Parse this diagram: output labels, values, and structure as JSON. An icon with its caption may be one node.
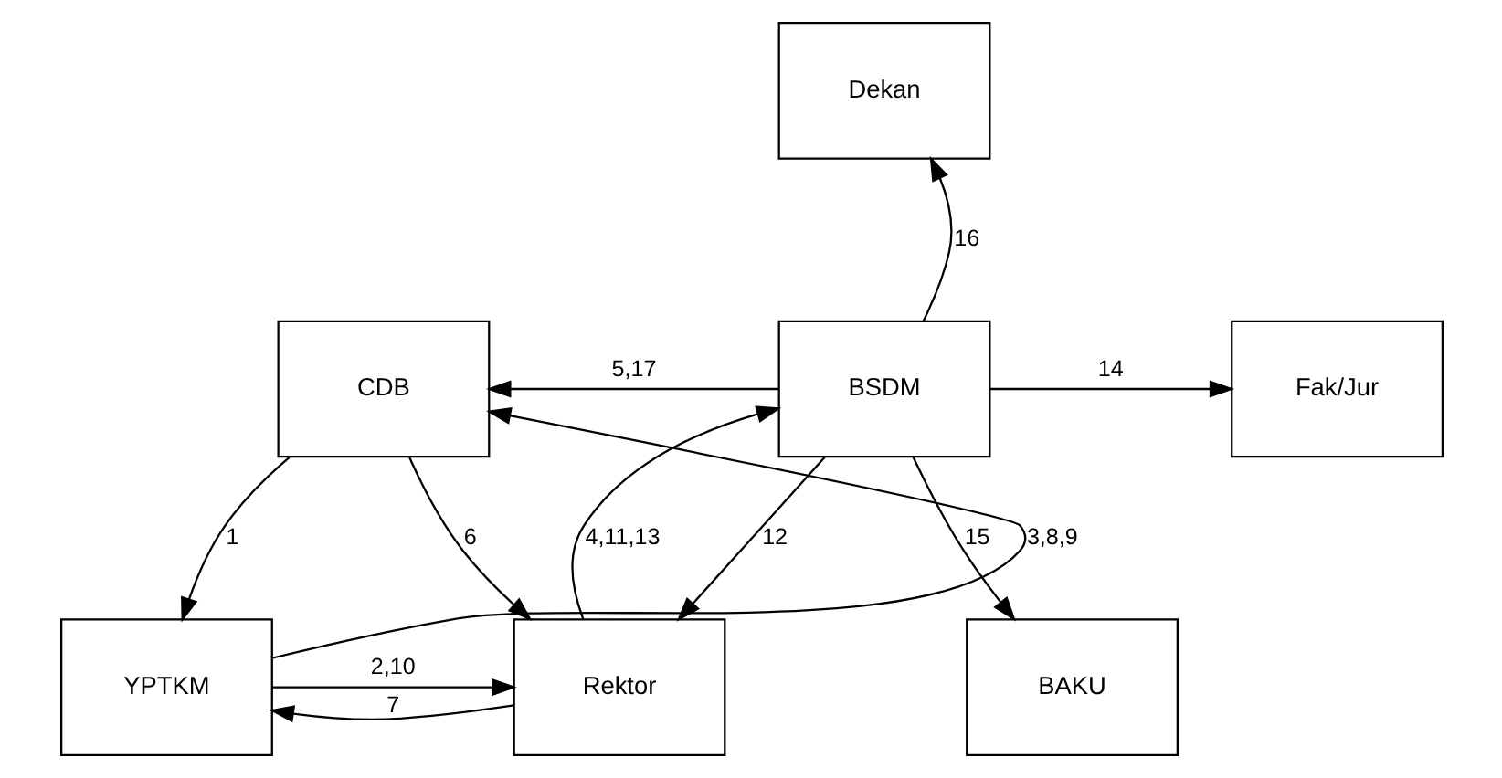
{
  "diagram": {
    "nodes": [
      {
        "text": [
          "Dekan"
        ]
      },
      {
        "text": [
          "CDB"
        ]
      },
      {
        "text": [
          "BSDM"
        ]
      },
      {
        "text": [
          "Fak/Jur"
        ]
      },
      {
        "text": [
          "YPTKM"
        ]
      },
      {
        "text": [
          "Rektor"
        ]
      },
      {
        "text": [
          "BAKU"
        ]
      }
    ],
    "edges": [
      {
        "from": 1,
        "to": 4,
        "arrow": "to",
        "label": "1"
      },
      {
        "from": 4,
        "to": 1,
        "arrow": "to",
        "label": "3,8,9"
      },
      {
        "from": 2,
        "to": 1,
        "arrow": "to",
        "label": "5,17"
      },
      {
        "from": 2,
        "to": 3,
        "arrow": "to",
        "label": "14"
      },
      {
        "from": 2,
        "to": 0,
        "arrow": "to",
        "label": "16"
      },
      {
        "from": 1,
        "to": 5,
        "arrow": "to",
        "label": "6"
      },
      {
        "from": 4,
        "to": 5,
        "arrow": "to",
        "label": "2,10"
      },
      {
        "from": 5,
        "to": 4,
        "arrow": "to",
        "label": "7"
      },
      {
        "from": 5,
        "to": 2,
        "arrow": "to",
        "label": "4,11,13"
      },
      {
        "from": 2,
        "to": 5,
        "arrow": "to",
        "label": "12"
      },
      {
        "from": 2,
        "to": 6,
        "arrow": "to",
        "label": "15"
      }
    ]
  }
}
